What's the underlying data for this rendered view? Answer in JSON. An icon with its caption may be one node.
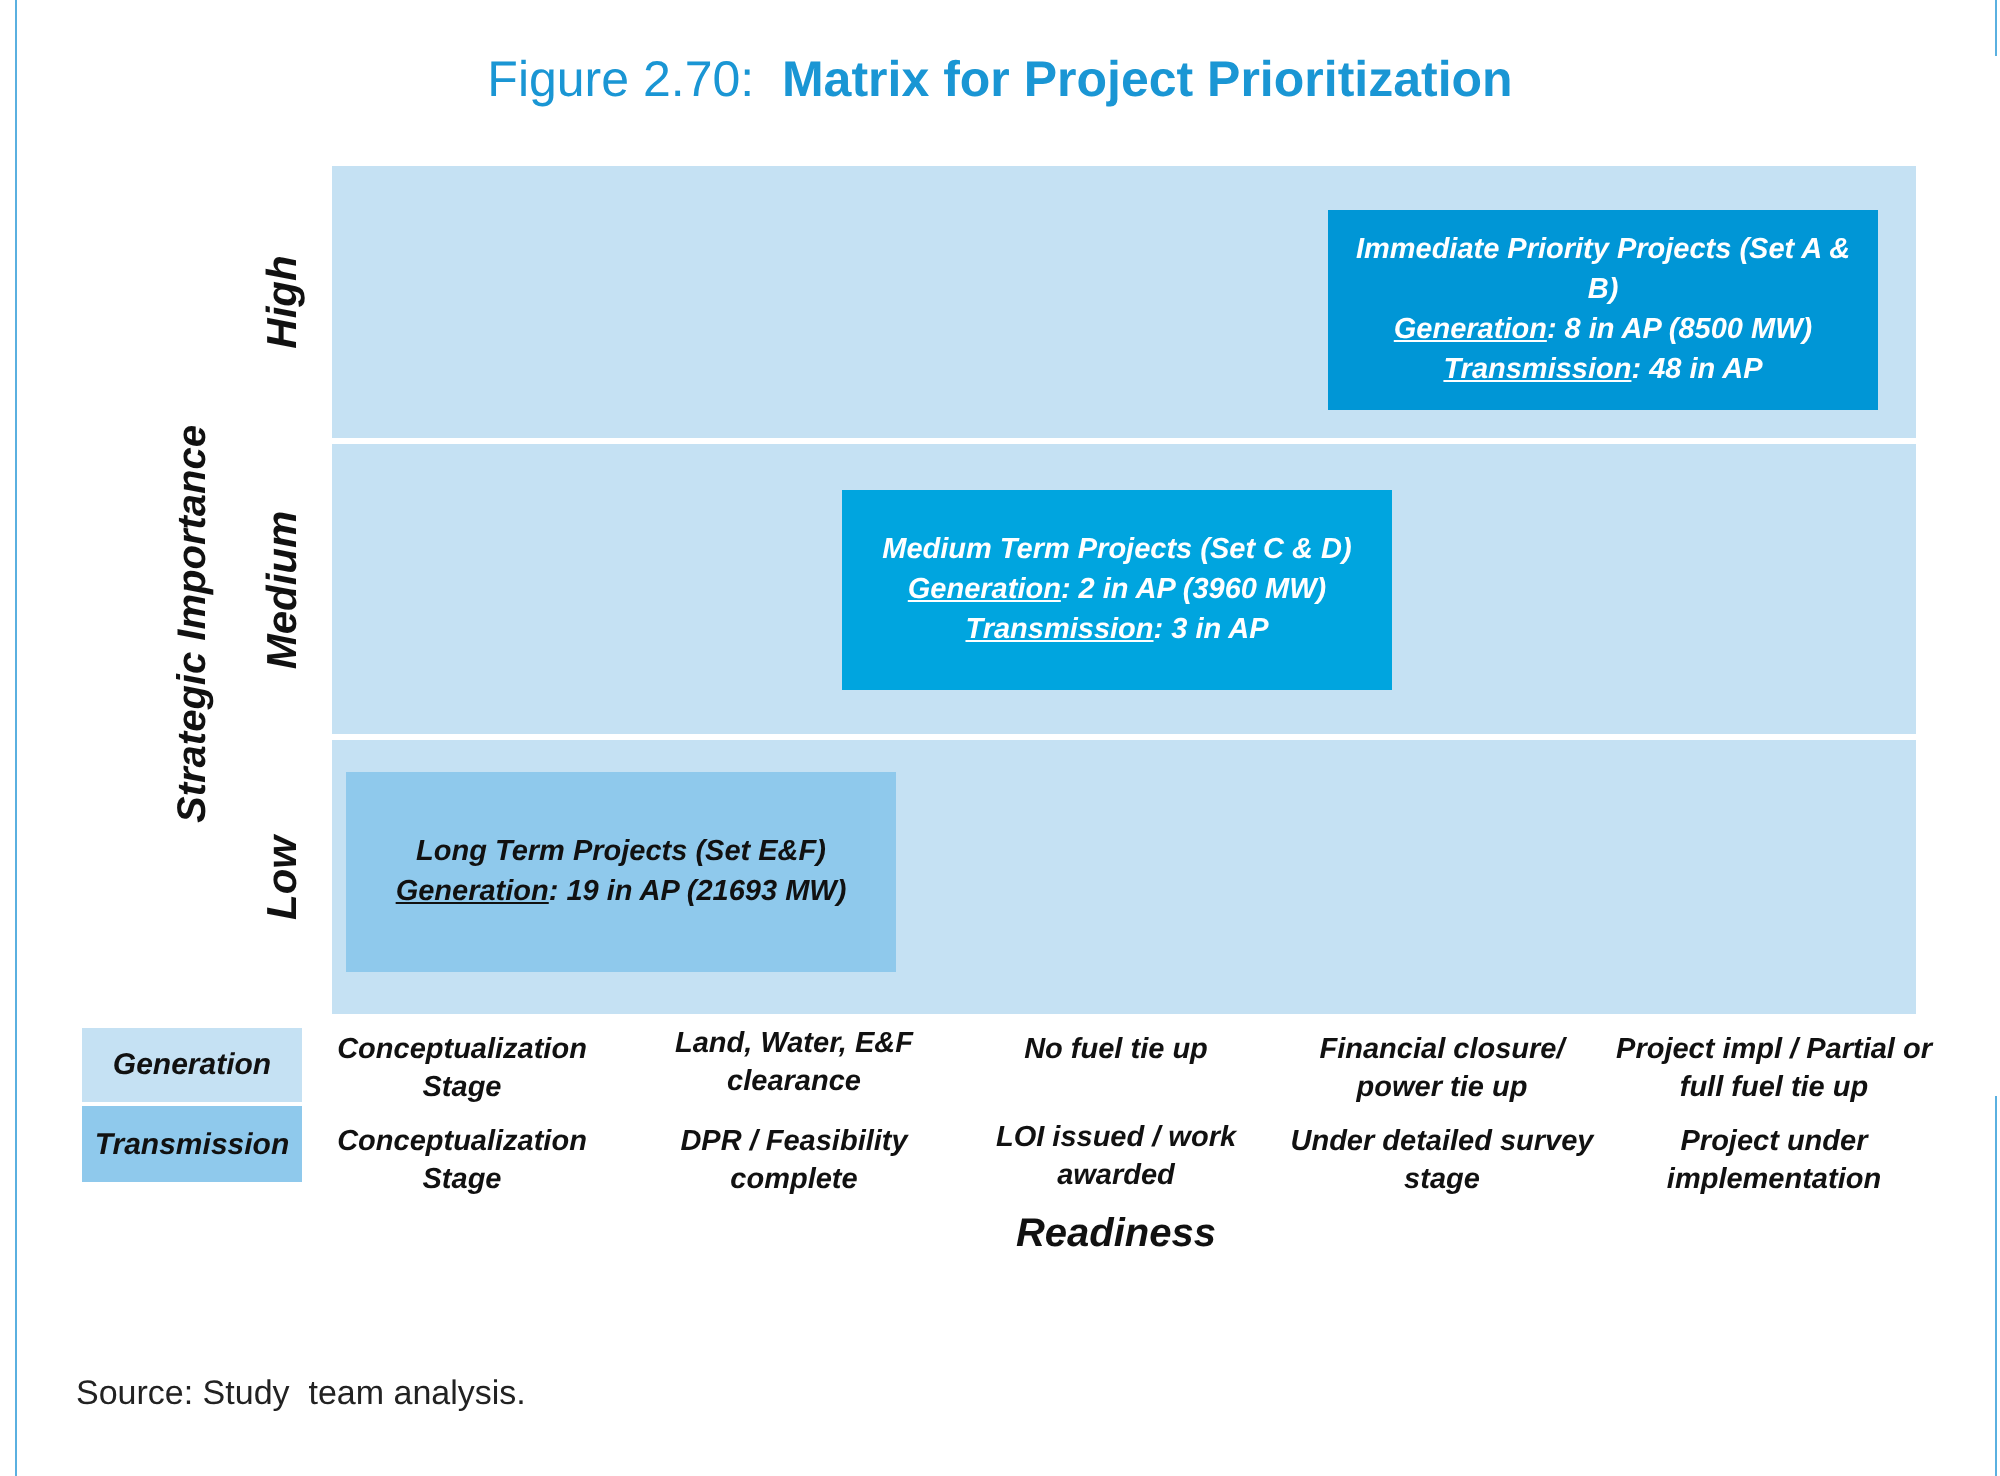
{
  "diagram": {
    "title": "Figure 2.70:  **Matrix for Project Prioritization**",
    "caption": "Source: Study  team analysis.",
    "nodes": [
      {
        "text": [
          "High"
        ]
      },
      {
        "text": [
          "Immediate Priority Projects (Set A & B)",
          "Generation:  8 in AP (8500 MW)",
          "Transmission: 48 in AP"
        ],
        "in": 0
      },
      {
        "text": [
          "Medium"
        ]
      },
      {
        "text": [
          "Medium Term Projects (Set C & D)",
          "Generation:  2 in AP (3960 MW)",
          "Transmission: 3 in AP"
        ],
        "in": 2
      },
      {
        "text": [
          "Low"
        ]
      },
      {
        "text": [
          "Long Term Projects (Set E&F)",
          "Generation:  19 in AP (21693 MW)"
        ],
        "in": 4
      },
      {
        "text": [
          "Generation"
        ]
      },
      {
        "text": [
          "Transmission"
        ]
      }
    ],
    "labels": [
      "Strategic Importance",
      "Conceptualization Stage",
      "Land, Water, E&F clearance",
      "No fuel tie up",
      "Financial closure/ power tie up",
      "Project impl / Partial or full fuel tie up",
      "Conceptualization Stage",
      "DPR / Feasibility complete",
      "LOI issued / work awarded",
      "Under detailed survey stage",
      "Project under implementation",
      "Readiness"
    ]
  }
}
